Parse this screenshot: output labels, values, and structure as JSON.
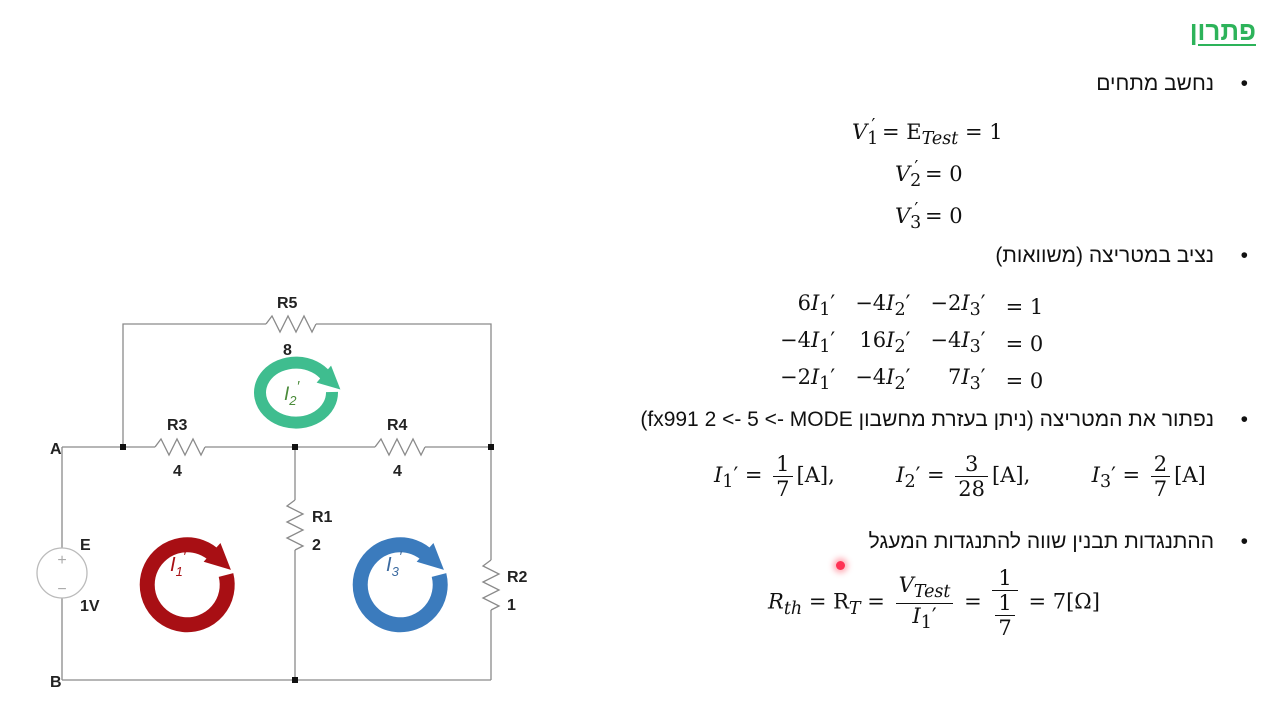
{
  "title": "פתרון",
  "bullets": {
    "b1": "נחשב מתחים",
    "b2": "נציב במטריצה (משוואות)",
    "b3": "נפתור את המטריצה (ניתן בעזרת מחשבון fx991 2 <- 5 <- MODE)",
    "b4": "ההתנגדות תבנין שווה להתנגדות המעגל"
  },
  "bullet_symbol": "•",
  "voltages": {
    "v1_rhs": "= E",
    "test_sub": "Test",
    "v1_end": "= 1",
    "v2_rhs": "= 0",
    "v3_rhs": "= 0"
  },
  "matrix": {
    "rows": [
      [
        "6",
        "−4",
        "−2",
        "= 1"
      ],
      [
        "−4",
        "16",
        "−4",
        "= 0"
      ],
      [
        "−2",
        "−4",
        "7",
        "= 0"
      ]
    ]
  },
  "solution": {
    "i1": {
      "num": "1",
      "den": "7",
      "unit": "[A],"
    },
    "i2": {
      "num": "3",
      "den": "28",
      "unit": "[A],"
    },
    "i3": {
      "num": "2",
      "den": "7",
      "unit": "[A]"
    }
  },
  "rth": {
    "lhs": "R",
    "lhs_sub": "th",
    "mid": "= R",
    "mid_sub": "T",
    "eq": "=",
    "frac_num_main": "V",
    "frac_num_sub": "Test",
    "one": "1",
    "result": "= 7[Ω]"
  },
  "circuit": {
    "node_a": "A",
    "node_b": "B",
    "source_label": "E",
    "source_value": "1V",
    "plus": "+",
    "minus": "−",
    "resistors": [
      {
        "name": "R5",
        "value": "8"
      },
      {
        "name": "R3",
        "value": "4"
      },
      {
        "name": "R4",
        "value": "4"
      },
      {
        "name": "R1",
        "value": "2"
      },
      {
        "name": "R2",
        "value": "1"
      }
    ],
    "loops": [
      {
        "label": "I",
        "sub": "1",
        "color": "#a80f14"
      },
      {
        "label": "I",
        "sub": "2",
        "color": "#3fbd8f"
      },
      {
        "label": "I",
        "sub": "3",
        "color": "#3b7bbd"
      }
    ]
  },
  "colors": {
    "title": "#2db35a",
    "wire": "#8a8a8a",
    "loop1": "#a80f14",
    "loop2": "#3fbd8f",
    "loop3": "#3b7bbd"
  }
}
